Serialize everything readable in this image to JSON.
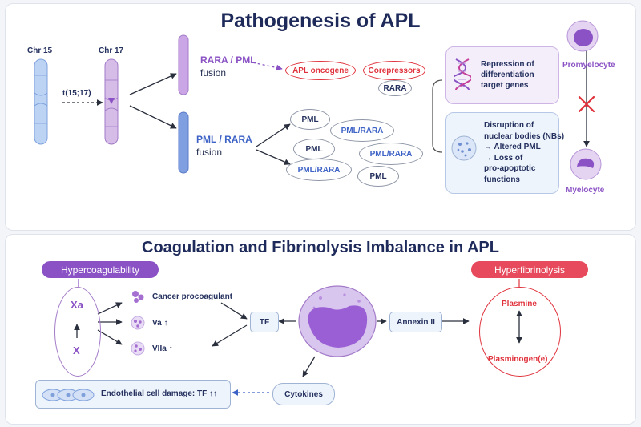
{
  "pathogenesis": {
    "title": "Pathogenesis of APL",
    "chr15_label": "Chr 15",
    "chr17_label": "Chr 17",
    "translocation_label": "t(15;17)",
    "fusion1": {
      "name": "RARA / PML",
      "suffix": "fusion"
    },
    "fusion2": {
      "name": "PML / RARA",
      "suffix": "fusion"
    },
    "apl_oncogene": "APL oncogene",
    "corepressors": "Corepressors",
    "rara": "RARA",
    "complex_labels": [
      "PML",
      "PML/RARA",
      "PML",
      "PML/RARA",
      "PML/RARA",
      "PML"
    ],
    "repression_text": [
      "Repression of",
      "differentiation",
      "target genes"
    ],
    "disruption_text": [
      "Disruption of",
      "nuclear bodies (NBs)",
      "→ Altered PML",
      "→ Loss of",
      "pro-apoptotic",
      "functions"
    ],
    "promyelocyte": "Promyelocyte",
    "myelocyte": "Myelocyte"
  },
  "coagulation": {
    "title": "Coagulation and Fibrinolysis Imbalance in APL",
    "hypercoag_label": "Hypercoagulability",
    "hyperfib_label": "Hyperfibrinolysis",
    "xa": "Xa",
    "x": "X",
    "factors": [
      "Cancer procoagulant",
      "Va ↑",
      "VIIa ↑"
    ],
    "tf": "TF",
    "annexin": "Annexin II",
    "cytokines": "Cytokines",
    "endothelial": "Endothelial cell damage:  TF ↑↑",
    "plasmine": "Plasmine",
    "plasminogen": "Plasminogen(e)"
  },
  "colors": {
    "purple": "#8a52c4",
    "red": "#e0323c",
    "blue": "#3e63c6",
    "navy": "#1e2a5a"
  }
}
